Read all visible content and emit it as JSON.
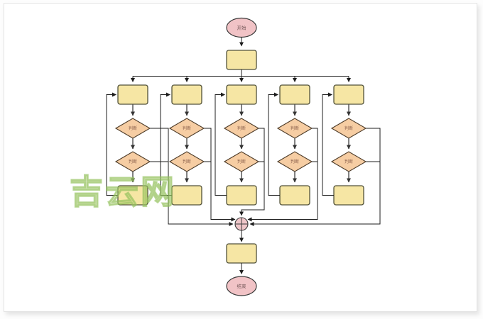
{
  "watermark": {
    "text": "吉云网",
    "color": "#8fbf5a"
  },
  "diagram": {
    "start_label": "开始",
    "end_label": "结束",
    "decision_label": "判断",
    "colors": {
      "process_fill": "#F6E6A4",
      "process_stroke": "#52523A",
      "decision_fill": "#F6CDA3",
      "decision_stroke": "#4D3B28",
      "terminal_fill": "#F1C3C6",
      "terminal_stroke": "#3A3A3A",
      "junction_fill": "#EFC6C9",
      "wire": "#1C1C1C",
      "connector": "#4D4D4D"
    }
  }
}
